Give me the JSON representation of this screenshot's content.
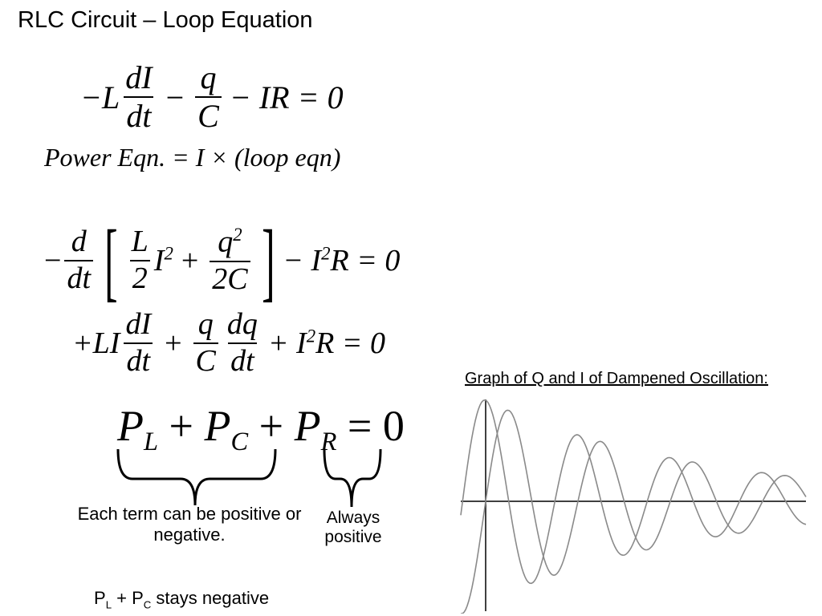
{
  "slide": {
    "title": "RLC Circuit – Loop Equation"
  },
  "equations": {
    "loop": {
      "minus_L": "−L",
      "dI": "dI",
      "dt": "dt",
      "minus1": "−",
      "q": "q",
      "C": "C",
      "rest": "− IR = 0"
    },
    "power_eqn": "Power Eqn. = I × (loop eqn)",
    "energy": {
      "minus": "−",
      "d": "d",
      "dt": "dt",
      "L": "L",
      "two": "2",
      "I": "I",
      "exp2": "2",
      "plus": "+",
      "q": "q",
      "qexp": "2",
      "twoC": "2C",
      "tail_pre": "− I",
      "tail_exp": "2",
      "tail_post": "R = 0"
    },
    "expanded": {
      "plus_LI": "+LI",
      "dI": "dI",
      "dt1": "dt",
      "plus1": "+",
      "q": "q",
      "C": "C",
      "dq": "dq",
      "dt2": "dt",
      "tail_pre": "+ I",
      "tail_exp": "2",
      "tail_post": "R = 0"
    },
    "power_sum": {
      "P1": "P",
      "L": "L",
      "plus1": "+",
      "P2": "P",
      "C": "C",
      "plus2": "+",
      "P3": "P",
      "R": "R",
      "eq0": "= 0"
    }
  },
  "annotations": {
    "each_term": "Each term can be positive or negative.",
    "always": "Always positive",
    "stays_neg": {
      "P": "P",
      "L": "L",
      "plus": " + P",
      "C": "C",
      "rest": " stays negative"
    }
  },
  "graph": {
    "title": "Graph of Q and I of Dampened Oscillation:",
    "curve_color": "#8a8a8a",
    "axis_color": "#000000"
  }
}
